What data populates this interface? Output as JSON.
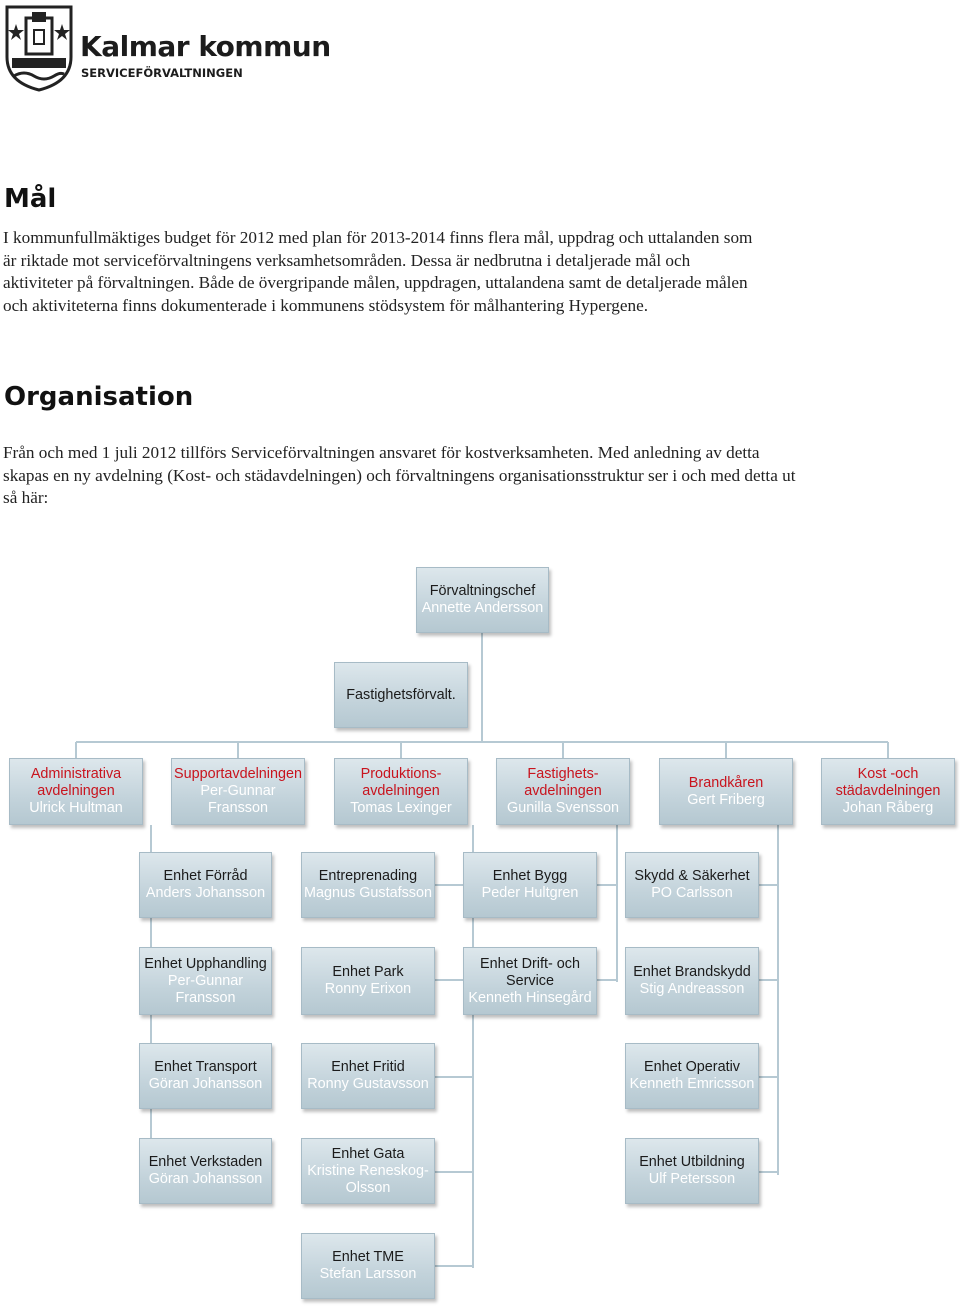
{
  "header": {
    "org_name": "Kalmar kommun",
    "department": "SERVICEFÖRVALTNINGEN",
    "colors": {
      "text": "#1c1c1c"
    }
  },
  "goals": {
    "heading": "Mål",
    "lines": [
      "I kommunfullmäktiges budget för 2012 med plan för 2013-2014 finns flera mål, uppdrag och uttalanden som",
      "är riktade mot serviceförvaltningens verksamhetsområden. Dessa är nedbrutna i detaljerade mål och",
      "aktiviteter på förvaltningen. Både de övergripande målen, uppdragen, uttalandena samt de detaljerade målen",
      "och aktiviteterna finns dokumenterade i kommunens stödsystem för målhantering Hypergene."
    ]
  },
  "organisation": {
    "heading": "Organisation",
    "lines": [
      "Från och med 1 juli 2012 tillförs Serviceförvaltningen ansvaret för kostverksamheten. Med anledning av detta",
      "skapas en ny avdelning (Kost- och städavdelningen) och förvaltningens organisationsstruktur ser i och med detta ut",
      "så här:"
    ]
  },
  "org_chart": {
    "colors": {
      "box_top": "#dde7ec",
      "box_bottom": "#b5c8d1",
      "line": "#b6c9d3",
      "dept_title": "#c8141e"
    },
    "head": {
      "title": "Förvaltningschef",
      "person": "Annette Andersson"
    },
    "staff": {
      "title": "Fastighetsförvalt."
    },
    "departments": [
      {
        "title": "Administrativa avdelningen",
        "person": "Ulrick Hultman"
      },
      {
        "title": "Supportavdelningen",
        "person": "Per-Gunnar Fransson"
      },
      {
        "title": "Produktions-avdelningen",
        "person": "Tomas Lexinger"
      },
      {
        "title": "Fastighets-avdelningen",
        "person": "Gunilla Svensson"
      },
      {
        "title": "Brandkåren",
        "person": "Gert Friberg"
      },
      {
        "title": "Kost -och städavdelningen",
        "person": "Johan Råberg"
      }
    ],
    "units": [
      [
        {
          "title": "Enhet Förråd",
          "person": "Anders Johansson"
        },
        {
          "title": "Enhet Upphandling",
          "person": "Per-Gunnar Fransson"
        },
        {
          "title": "Enhet Transport",
          "person": "Göran Johansson"
        },
        {
          "title": "Enhet Verkstaden",
          "person": "Göran Johansson"
        }
      ],
      [
        {
          "title": "Entreprenading",
          "person": "Magnus Gustafsson"
        },
        {
          "title": "Enhet Park",
          "person": "Ronny Erixon"
        },
        {
          "title": "Enhet Fritid",
          "person": "Ronny Gustavsson"
        },
        {
          "title": "Enhet Gata",
          "person": "Kristine Reneskog-Olsson"
        },
        {
          "title": "Enhet TME",
          "person": "Stefan Larsson"
        }
      ],
      [
        {
          "title": "Enhet Bygg",
          "person": "Peder Hultgren"
        },
        {
          "title": "Enhet Drift- och Service",
          "person": "Kenneth Hinsegård"
        }
      ],
      [
        {
          "title": "Skydd & Säkerhet",
          "person": "PO Carlsson"
        },
        {
          "title": "Enhet Brandskydd",
          "person": "Stig Andreasson"
        },
        {
          "title": "Enhet Operativ",
          "person": "Kenneth Emricsson"
        },
        {
          "title": "Enhet Utbildning",
          "person": "Ulf Petersson"
        }
      ]
    ]
  }
}
